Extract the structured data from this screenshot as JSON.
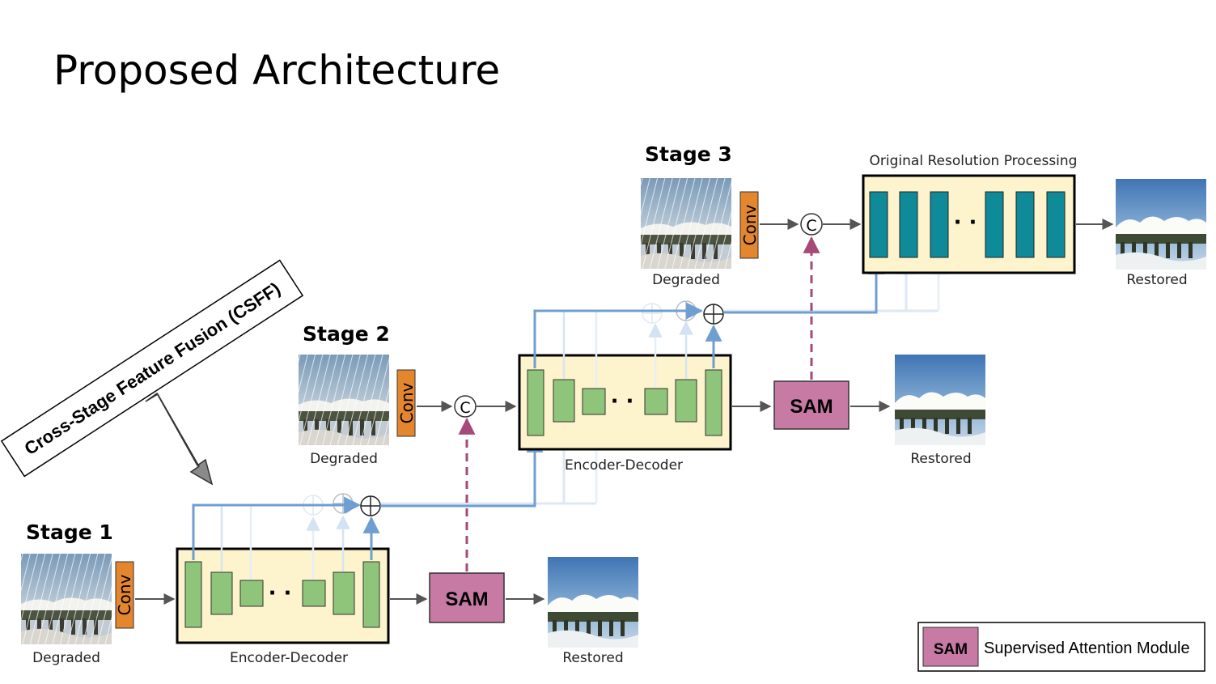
{
  "title": "Proposed Architecture",
  "csff_label": "Cross-Stage Feature Fusion (CSFF)",
  "stages": [
    {
      "label": "Stage 1",
      "input_caption": "Degraded",
      "conv": "Conv",
      "block_caption": "Encoder-Decoder",
      "sam": "SAM",
      "output_caption": "Restored"
    },
    {
      "label": "Stage 2",
      "input_caption": "Degraded",
      "conv": "Conv",
      "concat": "C",
      "block_caption": "Encoder-Decoder",
      "sam": "SAM",
      "output_caption": "Restored"
    },
    {
      "label": "Stage 3",
      "input_caption": "Degraded",
      "conv": "Conv",
      "concat": "C",
      "block_caption": "Original Resolution Processing",
      "output_caption": "Restored"
    }
  ],
  "dots": "· ·",
  "legend": {
    "sam": "SAM",
    "text": "Supervised Attention Module"
  },
  "colors": {
    "conv": "#e3862e",
    "encoder_block": "#8fc57a",
    "orp_block": "#0e8a98",
    "panel_bg": "#fdf3cc",
    "sam": "#c67aa4",
    "fusion_line": "#6f9fd0",
    "sam_link": "#a54a78"
  }
}
